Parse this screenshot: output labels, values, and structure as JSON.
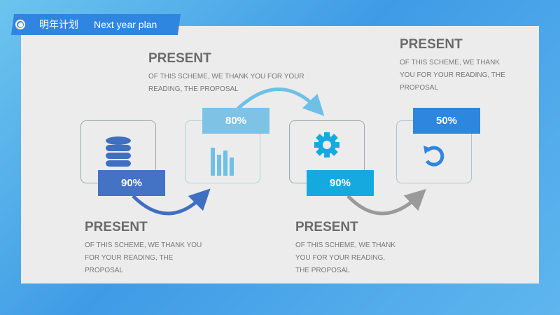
{
  "header": {
    "title_cn": "明年计划",
    "title_en": "Next year plan"
  },
  "steps": [
    {
      "percent": "90%",
      "icon": "database-icon",
      "color": "#4472c4"
    },
    {
      "percent": "80%",
      "icon": "bar-chart-icon",
      "color": "#7ec3e6"
    },
    {
      "percent": "90%",
      "icon": "gear-icon",
      "color": "#16a9e0"
    },
    {
      "percent": "50%",
      "icon": "refresh-icon",
      "color": "#2e86de"
    }
  ],
  "texts": [
    {
      "heading": "PRESENT",
      "body": "OF THIS SCHEME, WE THANK YOU FOR YOUR READING, THE PROPOSAL"
    },
    {
      "heading": "PRESENT",
      "body": "OF THIS SCHEME, WE THANK YOU FOR YOUR READING, THE PROPOSAL"
    },
    {
      "heading": "PRESENT",
      "body": "OF THIS SCHEME, WE THANK YOU FOR YOUR READING, THE PROPOSAL"
    },
    {
      "heading": "PRESENT",
      "body": "OF THIS SCHEME, WE THANK YOU FOR YOUR READING, THE PROPOSAL"
    }
  ]
}
